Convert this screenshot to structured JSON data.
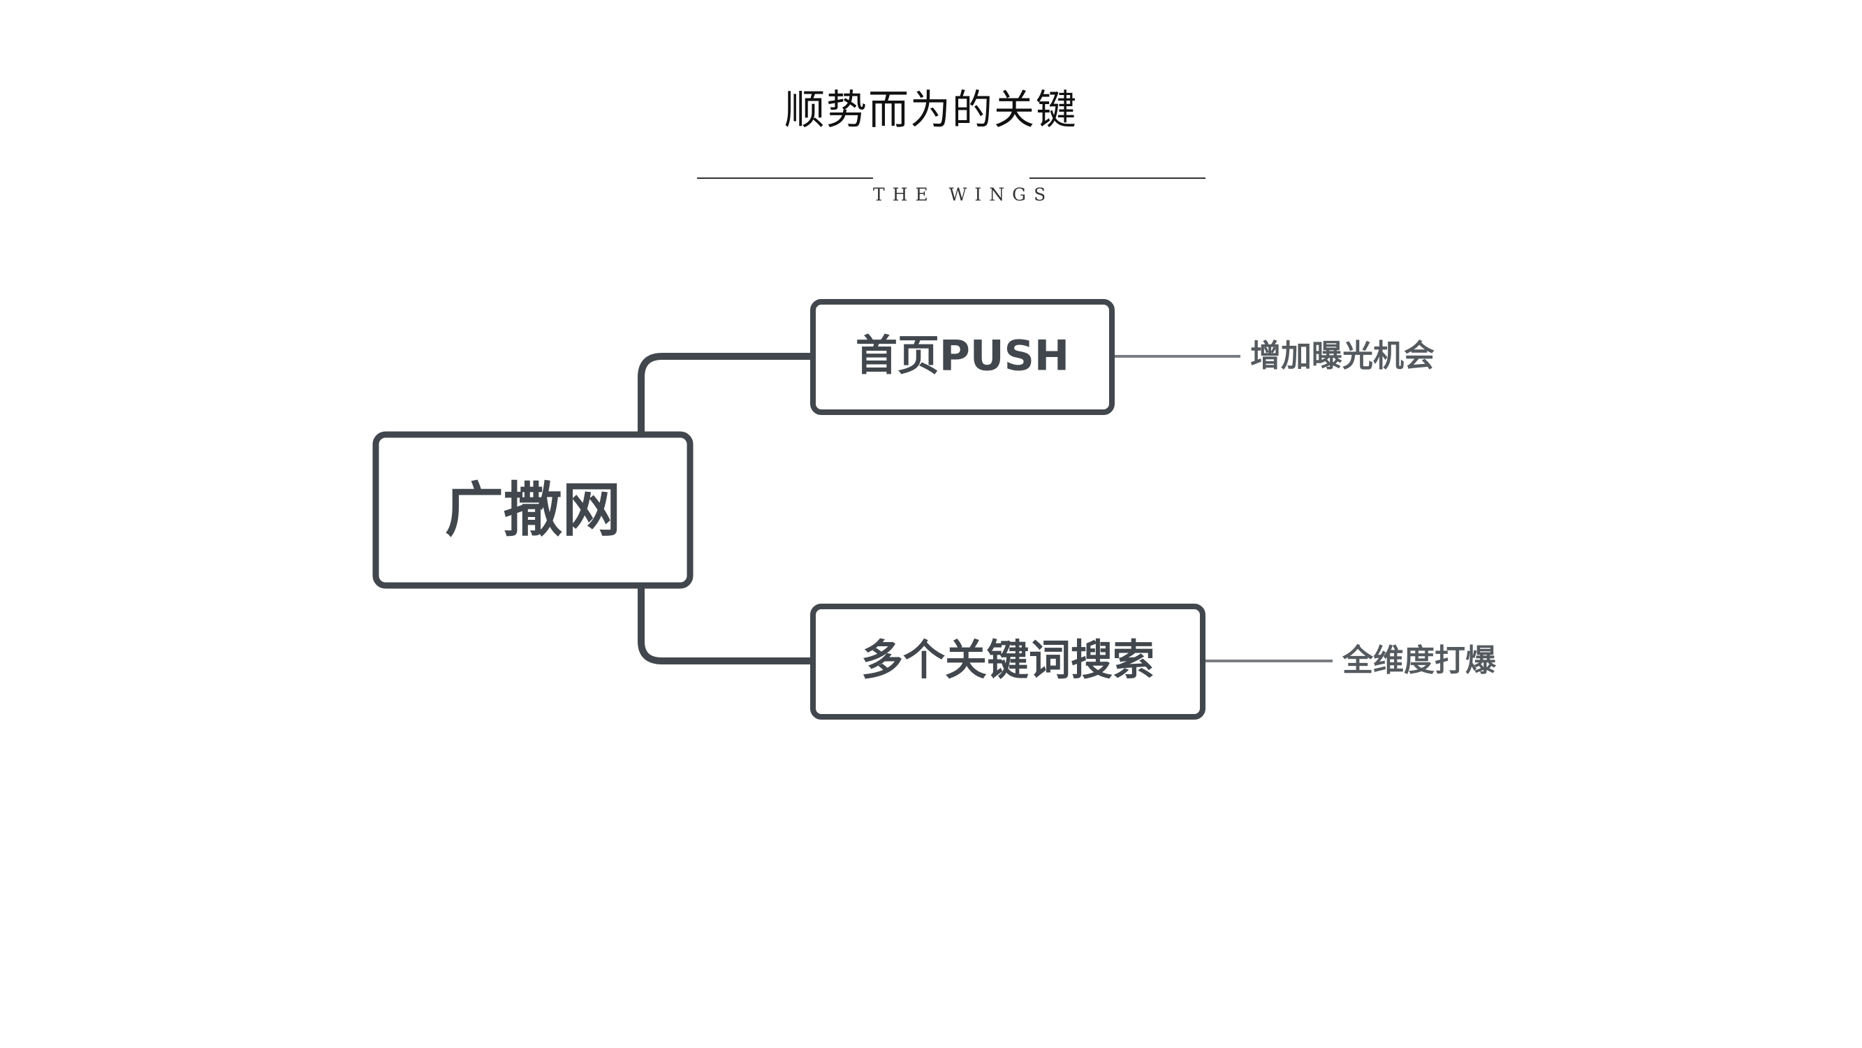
{
  "header": {
    "title": "顺势而为的关键",
    "subtitle": "THE WINGS"
  },
  "diagram": {
    "root": {
      "label": "广撒网"
    },
    "branches": [
      {
        "label": "首页PUSH",
        "note": "增加曝光机会"
      },
      {
        "label": "多个关键词搜索",
        "note": "全维度打爆"
      }
    ]
  },
  "colors": {
    "box_stroke": "#41474d",
    "leaf_line": "#7a7e82",
    "title_text": "#111111"
  }
}
